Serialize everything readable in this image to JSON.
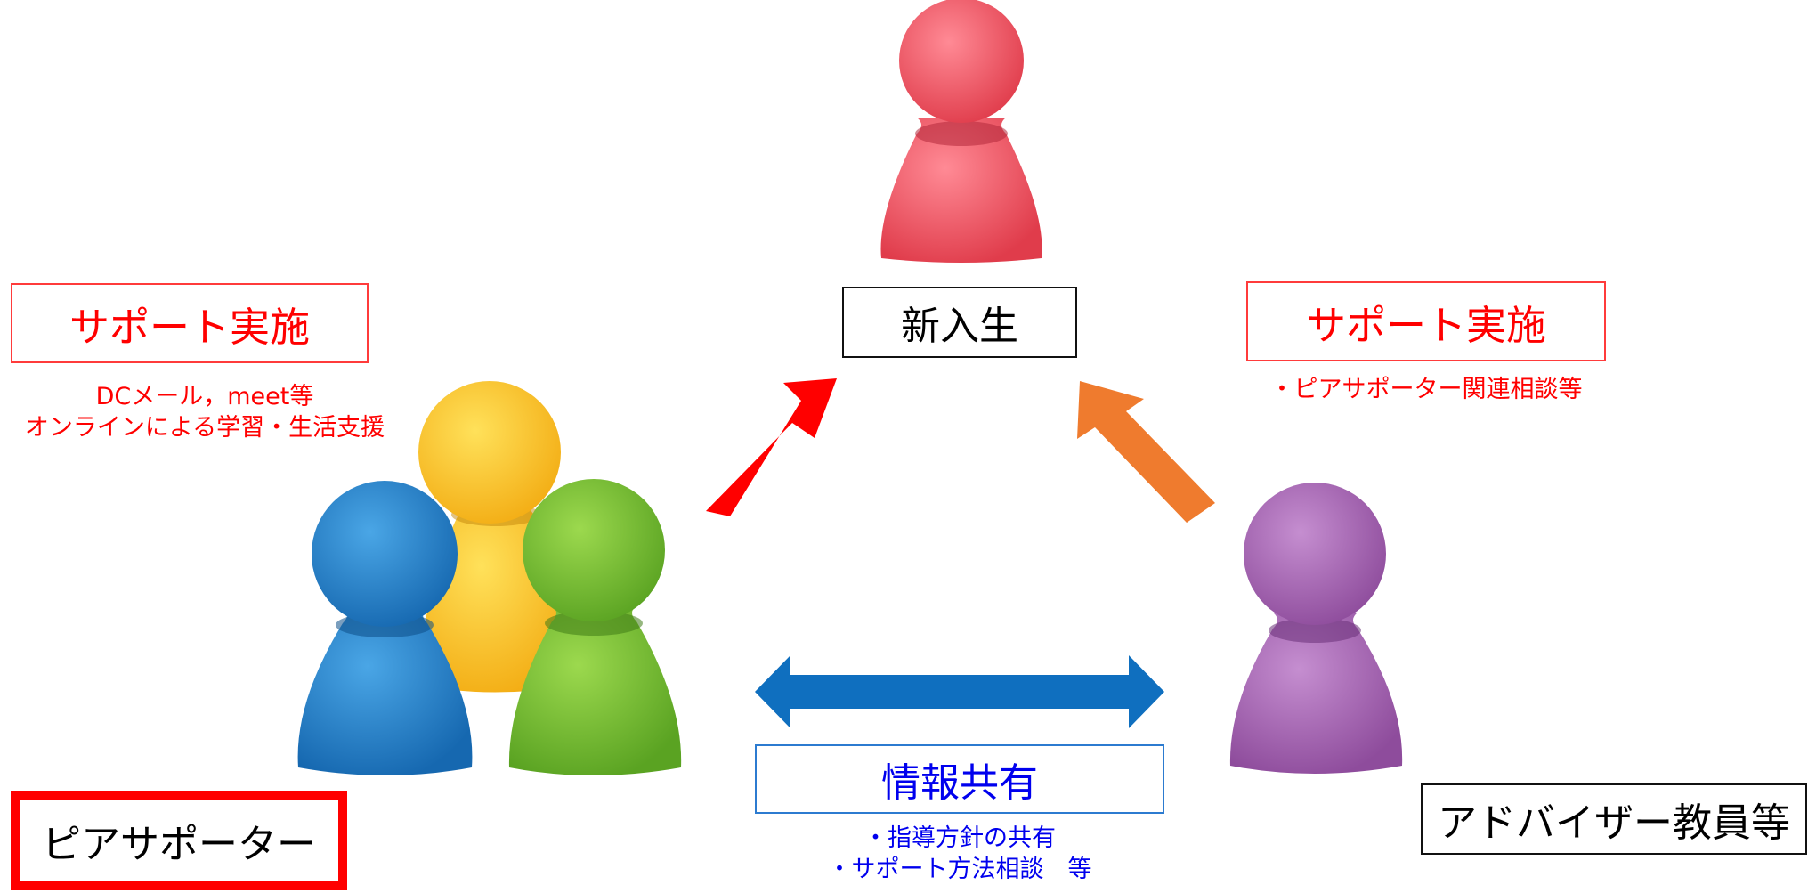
{
  "nodes": {
    "newcomer": {
      "label": "新入生",
      "color": "#e8414f"
    },
    "peer_supporters": {
      "label": "ピアサポーター",
      "colors": [
        "#f6b71c",
        "#1f7cc4",
        "#6cb22d"
      ]
    },
    "advisor": {
      "label": "アドバイザー教員等",
      "color": "#9c5aa6"
    }
  },
  "left_support": {
    "title": "サポート実施",
    "lines": [
      "DCメール，meet等",
      "オンラインによる学習・生活支援"
    ]
  },
  "right_support": {
    "title": "サポート実施",
    "lines": [
      "・ピアサポーター関連相談等"
    ]
  },
  "info_share": {
    "title": "情報共有",
    "lines": [
      "・指導方針の共有",
      "・サポート方法相談　等"
    ]
  },
  "arrows": {
    "peer_to_newcomer": "#ff0000",
    "advisor_to_newcomer": "#ef7b2e",
    "peer_advisor_bidirectional": "#0f6fbf"
  }
}
